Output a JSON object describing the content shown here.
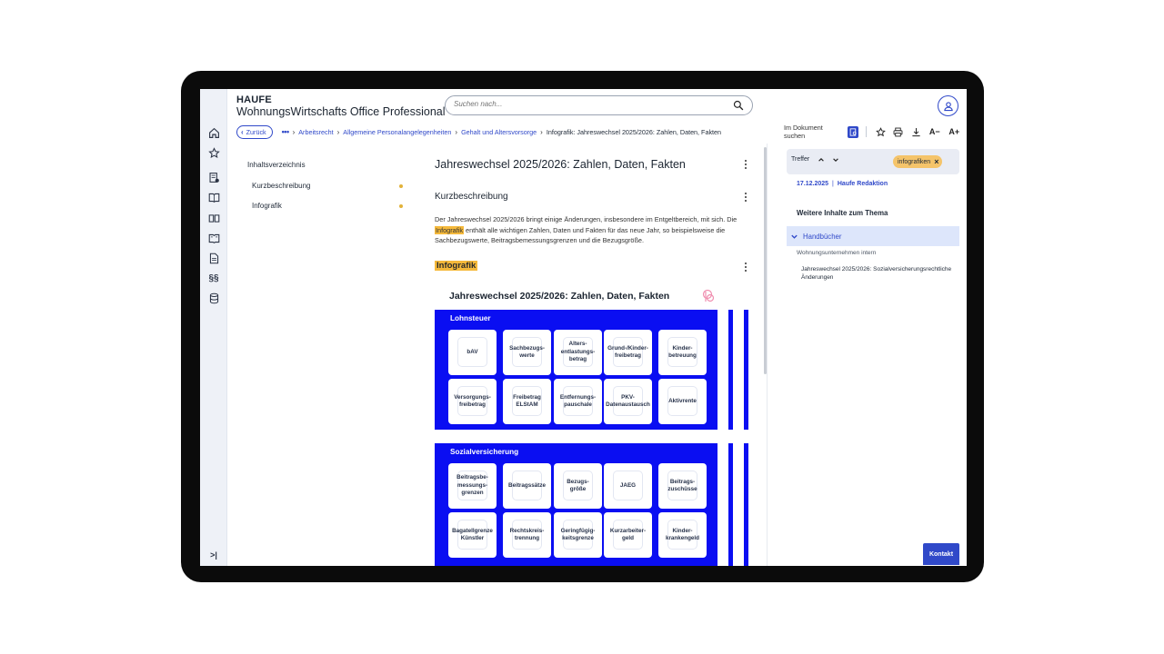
{
  "header": {
    "brand": "HAUFE",
    "product": "WohnungsWirtschafts Office Professional",
    "search_placeholder": "Suchen nach..."
  },
  "breadcrumb": {
    "back_label": "Zurück",
    "items": [
      "Arbeitsrecht",
      "Allgemeine Personalangelegenheiten",
      "Gehalt und Altersvorsorge"
    ],
    "current": "Infografik: Jahreswechsel 2025/2026: Zahlen, Daten, Fakten"
  },
  "doc_tools": {
    "search_in_doc_label": "Im Dokument suchen",
    "font_smaller": "A−",
    "font_larger": "A+"
  },
  "toc": {
    "title": "Inhaltsverzeichnis",
    "items": [
      "Kurzbeschreibung",
      "Infografik"
    ]
  },
  "article": {
    "title": "Jahreswechsel 2025/2026: Zahlen, Daten, Fakten",
    "section_summary": "Kurzbeschreibung",
    "para_part1": "Der Jahreswechsel 2025/2026 bringt einige Änderungen, insbesondere im Entgeltbereich, mit sich. Die ",
    "para_highlight": "Infografik",
    "para_part2": " enthält alle wichtigen Zahlen, Daten und Fakten für das neue Jahr, so beispielsweise die Sachbezugswerte, Beitragsbemessungsgrenzen und die Bezugsgröße.",
    "section_infografik": "Infografik"
  },
  "infographic": {
    "title": "Jahreswechsel 2025/2026: Zahlen, Daten, Fakten",
    "panels": [
      {
        "title": "Lohnsteuer",
        "tiles": [
          "bAV",
          "Sachbezugs-\nwerte",
          "Alters-\nentlastungs-\nbetrag",
          "Grund-/Kinder-\nfreibetrag",
          "Kinder-\nbetreuung",
          "Versorgungs-\nfreibetrag",
          "Freibetrag\nELStAM",
          "Entfernungs-\npauschale",
          "PKV-\nDatenaustausch",
          "Aktivrente"
        ]
      },
      {
        "title": "Sozialversicherung",
        "tiles": [
          "Beitragsbe-\nmessungs-\ngrenzen",
          "Beitragssätze",
          "Bezugs-\ngröße",
          "JAEG",
          "Beitrags-\nzuschüsse",
          "Bagatellgrenze\nKünstler",
          "Rechtskreis-\ntrennung",
          "Geringfügig-\nkeitsgrenze",
          "Kurzarbeiter-\ngeld",
          "Kinder-\nkrankengeld"
        ]
      }
    ]
  },
  "right_panel": {
    "hits_label": "Treffer",
    "chip_label": "infografiken",
    "date": "17.12.2025",
    "author": "Haufe Redaktion",
    "more_title": "Weitere Inhalte zum Thema",
    "accordion_label": "Handbücher",
    "sub_label": "Wohnungsunternehmen intern",
    "link_text": "Jahreswechsel 2025/2026: Sozialversicherungsrechtliche Änderungen"
  },
  "contact_label": "Kontakt",
  "colors": {
    "accent": "#3049c9",
    "infographic_blue": "#0a0ef2",
    "highlight": "#f5b93b"
  }
}
